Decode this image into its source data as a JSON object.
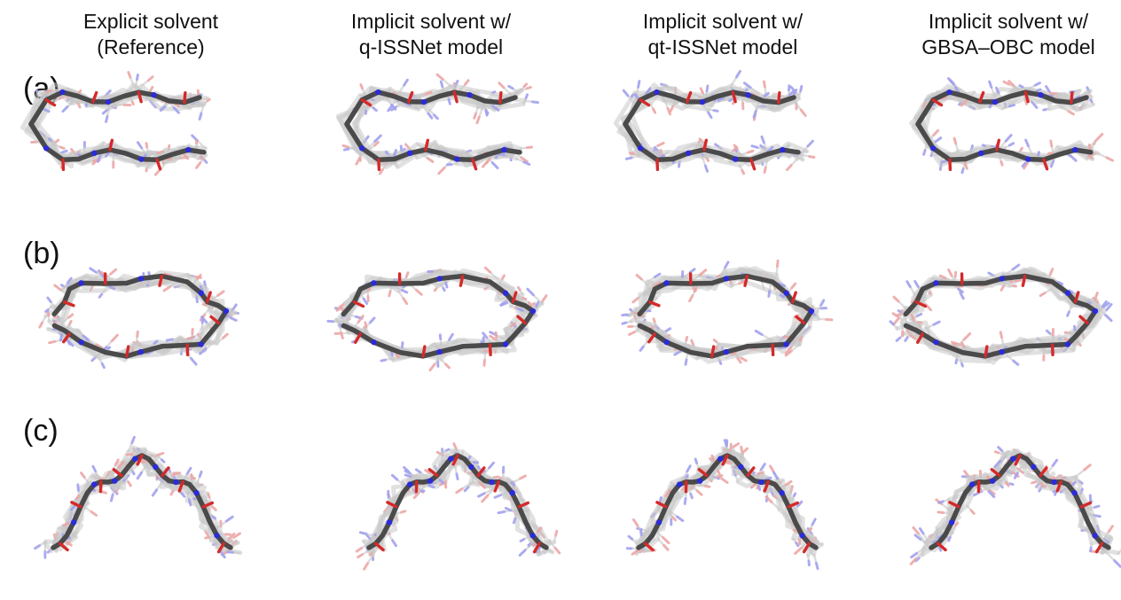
{
  "columns": [
    {
      "line1": "Explicit solvent",
      "line2": "(Reference)"
    },
    {
      "line1": "Implicit solvent w/",
      "line2": "q-ISSNet model"
    },
    {
      "line1": "Implicit solvent w/",
      "line2": "qt-ISSNet model"
    },
    {
      "line1": "Implicit solvent w/",
      "line2": "GBSA–OBC model"
    }
  ],
  "rows": [
    {
      "label": "(a)",
      "shape": "hairpin"
    },
    {
      "label": "(b)",
      "shape": "loop"
    },
    {
      "label": "(c)",
      "shape": "arch"
    }
  ],
  "colors": {
    "backbone": "#4a4a4a",
    "ensemble": "#c8c8c8",
    "nitrogen": "#2b2bd8",
    "oxygen": "#d42a2a",
    "nitrogen_faint": "#9a9af5",
    "oxygen_faint": "#f3a0a0"
  }
}
